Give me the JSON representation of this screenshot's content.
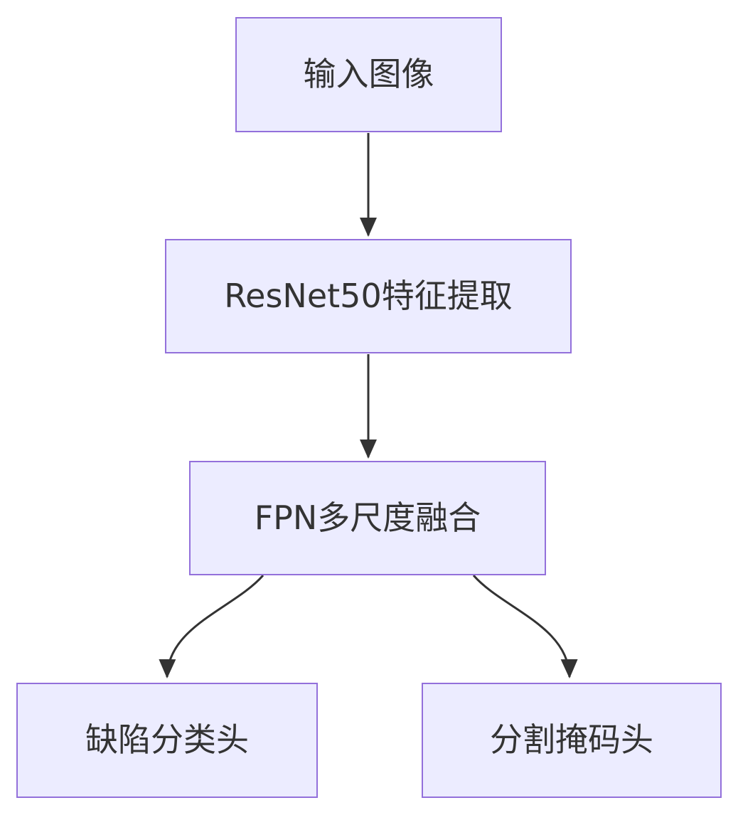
{
  "diagram": {
    "type": "flowchart",
    "direction": "top-down",
    "nodes": [
      {
        "id": "A",
        "label": "输入图像"
      },
      {
        "id": "B",
        "label": "ResNet50特征提取"
      },
      {
        "id": "C",
        "label": "FPN多尺度融合"
      },
      {
        "id": "D",
        "label": "缺陷分类头"
      },
      {
        "id": "E",
        "label": "分割掩码头"
      }
    ],
    "edges": [
      {
        "from": "输入图像",
        "to": "ResNet50特征提取",
        "shape": "straight-down-arrow"
      },
      {
        "from": "ResNet50特征提取",
        "to": "FPN多尺度融合",
        "shape": "straight-down-arrow"
      },
      {
        "from": "FPN多尺度融合",
        "to": "缺陷分类头",
        "shape": "curved-down-left-arrow"
      },
      {
        "from": "FPN多尺度融合",
        "to": "分割掩码头",
        "shape": "curved-down-right-arrow"
      }
    ],
    "style": {
      "background": "#FFFFFF",
      "node_fill": "#ECECFF",
      "node_border": "#9370DB",
      "edge_color": "#333333",
      "text_color": "#333333"
    }
  }
}
